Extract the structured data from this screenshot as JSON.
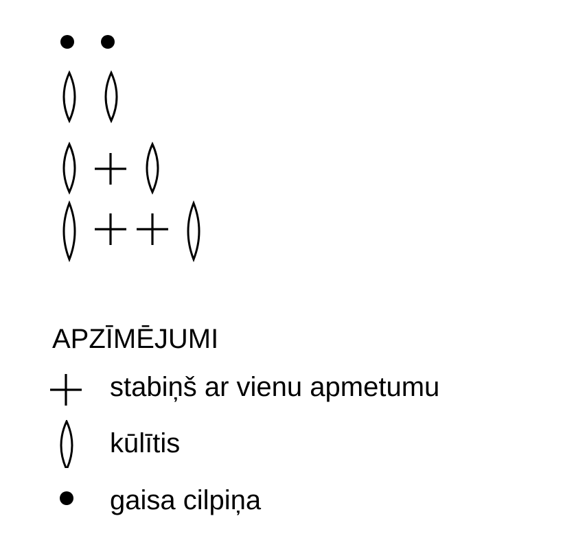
{
  "diagram": {
    "rows": [
      [
        "chain",
        "chain"
      ],
      [
        "puff",
        "puff"
      ],
      [
        "puff",
        "dc",
        "puff"
      ],
      [
        "puff",
        "dc",
        "dc",
        "puff"
      ]
    ]
  },
  "legend": {
    "title": "APZĪMĒJUMI",
    "items": [
      {
        "symbol": "dc",
        "label": "stabiņš ar vienu apmetumu"
      },
      {
        "symbol": "puff",
        "label": "kūlītis"
      },
      {
        "symbol": "chain",
        "label": "gaisa cilpiņa"
      }
    ]
  },
  "colors": {
    "ink": "#000000",
    "background": "#ffffff"
  }
}
